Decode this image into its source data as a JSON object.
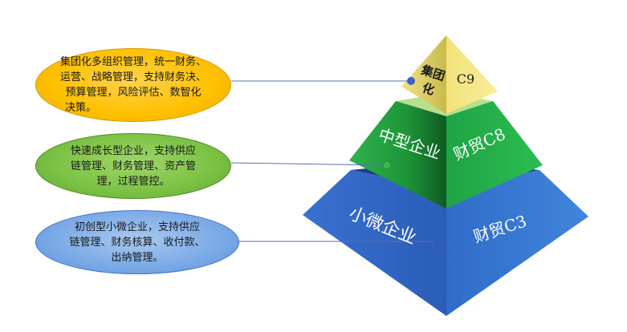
{
  "pyramid": {
    "top": {
      "left_label_line1": "集团",
      "left_label_line2": "化",
      "right_label": "C9"
    },
    "middle": {
      "left_label": "中型企业",
      "right_label": "财贸C8"
    },
    "bottom": {
      "left_label": "小微企业",
      "right_label": "财贸C3"
    }
  },
  "descriptions": [
    {
      "tier": "top",
      "color": "#ffc000",
      "lines": [
        "集团化多组织管理，统一财务、",
        "运营、战略管理，支持财务决、",
        "预算管理，风险评估、数智化",
        "决策。"
      ]
    },
    {
      "tier": "middle",
      "color": "#7ac143",
      "lines": [
        "快速成长型企业，支持供应",
        "链管理、财务管理、资产管",
        "理，过程管控。"
      ]
    },
    {
      "tier": "bottom",
      "color": "#7aa9e6",
      "lines": [
        "初创型小微企业，支持供应",
        "链管理、财务核算、收付款、",
        "出纳管理。"
      ]
    }
  ],
  "colors": {
    "top_left": "#e6d96a",
    "top_right": "#f2e27a",
    "middle_left": "#1f9a3c",
    "middle_right": "#22b04a",
    "bottom_left": "#2e65c4",
    "bottom_right": "#3a7ad6",
    "connector_dot": "#3b62c4"
  }
}
